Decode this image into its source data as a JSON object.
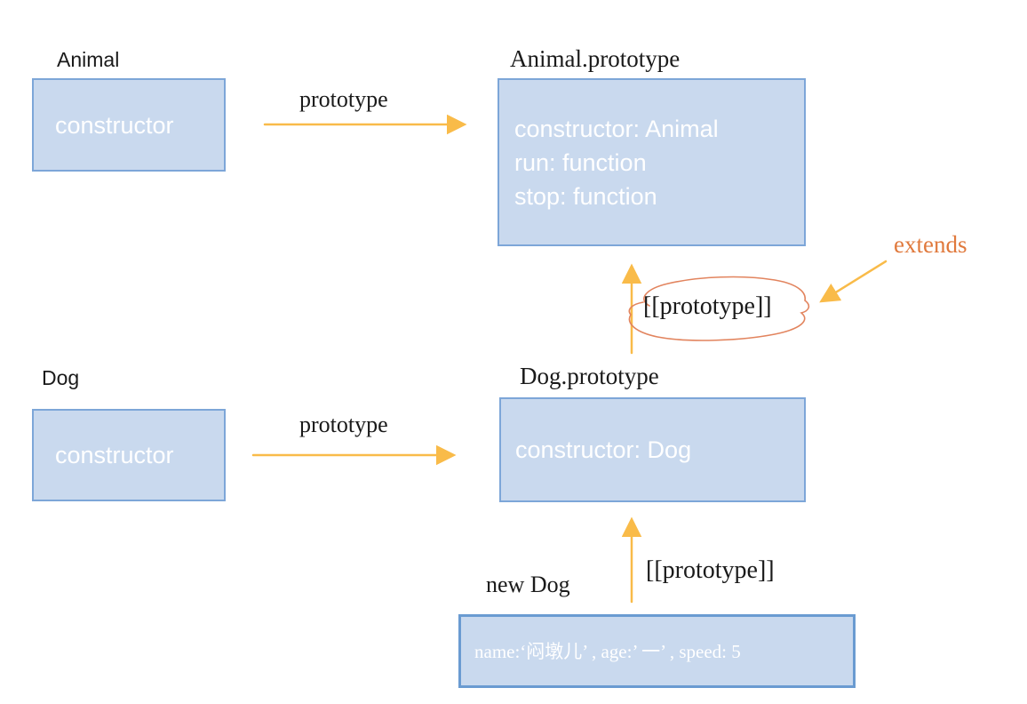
{
  "colors": {
    "box_fill": "#c9d9ee",
    "box_border": "#7da6d8",
    "box_border_strong": "#6a9bd1",
    "arrow": "#f9bb49",
    "extends_text": "#e0793c",
    "blob_stroke": "#e2845e",
    "box_text": "#ffffff",
    "label_text": "#1a1a1a"
  },
  "nodes": {
    "animal": {
      "label": "Animal",
      "body": "constructor"
    },
    "animal_prototype": {
      "label": "Animal.prototype",
      "lines": {
        "0": "constructor: Animal",
        "1": "run: function",
        "2": "stop: function"
      }
    },
    "dog": {
      "label": "Dog",
      "body": "constructor"
    },
    "dog_prototype": {
      "label": "Dog.prototype",
      "body": "constructor: Dog"
    },
    "new_dog": {
      "label": "new Dog",
      "body": "name:‘闷墩儿’ , age:’ 一’ ,  speed: 5"
    }
  },
  "edges": {
    "animal_prototype_arrow_label": "prototype",
    "dog_prototype_arrow_label": "prototype",
    "dog_proto_link_label": "[[prototype]]",
    "instance_proto_link_label": "[[prototype]]",
    "extends_label": "extends"
  }
}
